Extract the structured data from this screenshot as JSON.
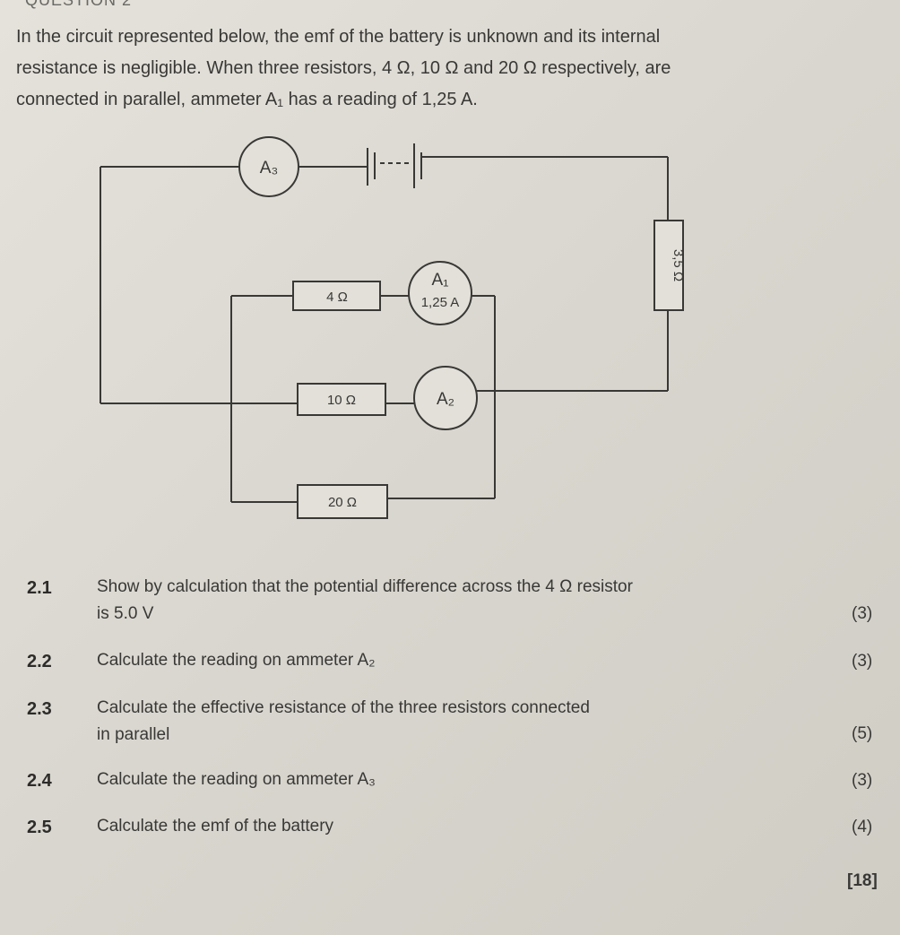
{
  "heading": "QUESTION 2",
  "intro": [
    "In the circuit represented below, the emf of the battery is unknown and its internal",
    "resistance is negligible.  When three resistors, 4 Ω, 10 Ω and 20 Ω respectively, are",
    "connected in parallel, ammeter A₁ has a reading of 1,25 A."
  ],
  "circuit": {
    "ammeter_a3": "A₃",
    "ammeter_a1": "A₁",
    "ammeter_a1_reading": "1,25 A",
    "ammeter_a2": "A₂",
    "resistor_4": "4 Ω",
    "resistor_10": "10 Ω",
    "resistor_20": "20 Ω",
    "resistor_35": "3,5 Ω"
  },
  "questions": [
    {
      "num": "2.1",
      "lines": [
        "Show by calculation that the potential difference across the 4 Ω resistor",
        "is 5.0 V"
      ],
      "marks": "(3)"
    },
    {
      "num": "2.2",
      "lines": [
        "Calculate the reading on ammeter A₂"
      ],
      "marks": "(3)"
    },
    {
      "num": "2.3",
      "lines": [
        "Calculate the effective resistance of the three resistors connected",
        "in parallel"
      ],
      "marks": "(5)"
    },
    {
      "num": "2.4",
      "lines": [
        "Calculate the reading on ammeter A₃"
      ],
      "marks": "(3)"
    },
    {
      "num": "2.5",
      "lines": [
        "Calculate the emf of the battery"
      ],
      "marks": "(4)"
    }
  ],
  "total": "[18]"
}
